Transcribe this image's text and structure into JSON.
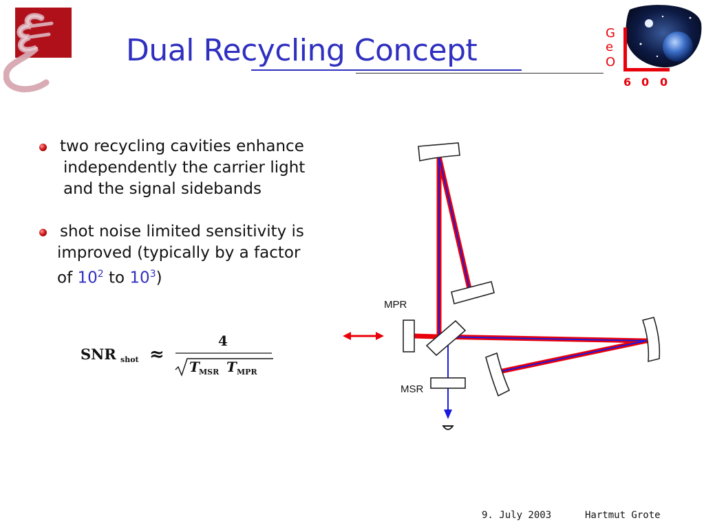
{
  "slide": {
    "title": "Dual Recycling Concept",
    "bullets": [
      {
        "lines": [
          "two recycling cavities enhance",
          "independently the carrier light",
          "and the signal sidebands"
        ]
      },
      {
        "lines": [
          "shot noise limited sensitivity is",
          "improved (typically by a factor"
        ],
        "last_line": {
          "prefix": "of ",
          "value1": "10",
          "exp1": "2",
          "middle": " to ",
          "value2": "10",
          "exp2": "3",
          "suffix": ")"
        }
      }
    ],
    "formula": {
      "lhs": "SNR",
      "lhs_sub": "shot",
      "relation": "≈",
      "numerator": "4",
      "t1": "T",
      "t1_sub": "MSR",
      "t2": "T",
      "t2_sub": "MPR"
    }
  },
  "diagram": {
    "labels": {
      "mpr": "MPR",
      "msr": "MSR"
    },
    "colors": {
      "beam_red": "#e8000b",
      "beam_blue": "#1a1adf"
    }
  },
  "logo": {
    "geo_letters": [
      "G",
      "e",
      "O"
    ],
    "geo_number": [
      "6",
      "0",
      "0"
    ],
    "accent": "#e8000b"
  },
  "footer": {
    "date": "9. July 2003",
    "author": "Hartmut Grote"
  }
}
